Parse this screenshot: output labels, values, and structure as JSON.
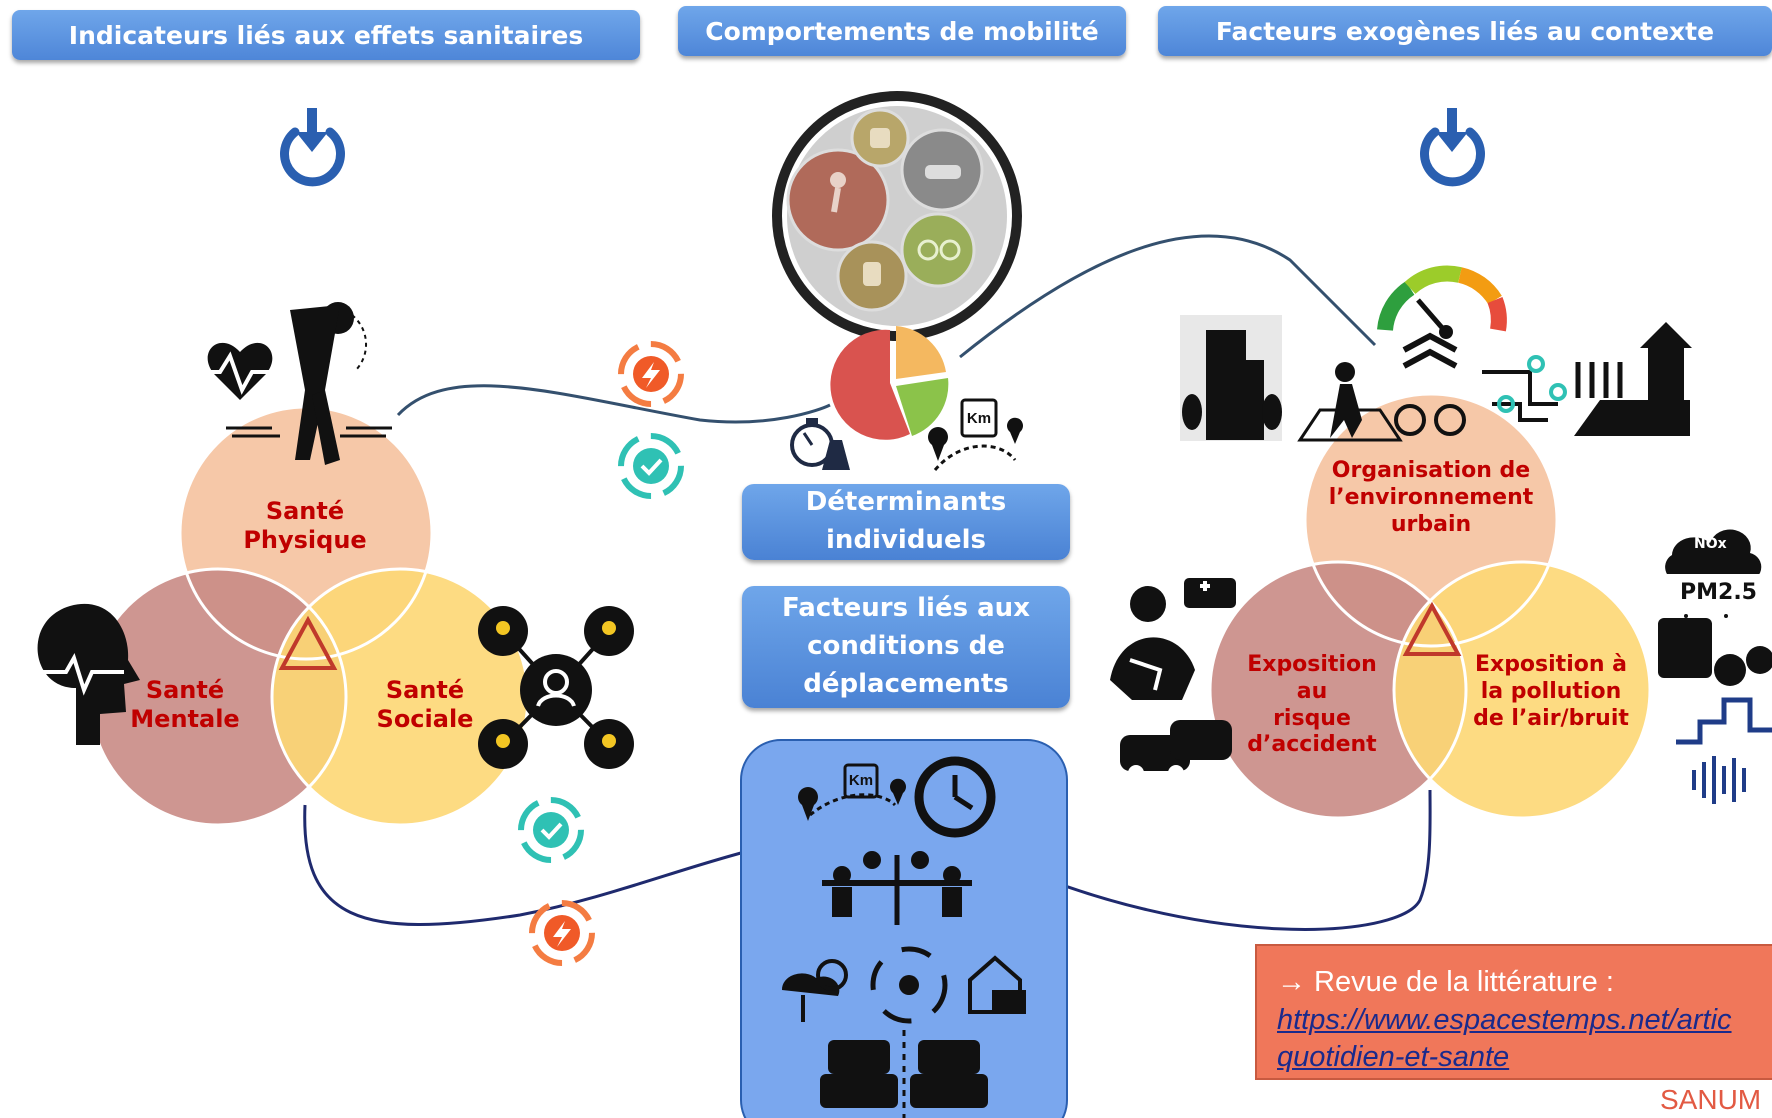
{
  "headers": {
    "left": "Indicateurs liés aux effets sanitaires",
    "center": "Comportements de mobilité",
    "right": "Facteurs exogènes liés au contexte"
  },
  "health": {
    "physique": "Santé Physique",
    "mentale_1": "Santé",
    "mentale_2": "Mentale",
    "sociale_1": "Santé",
    "sociale_2": "Sociale"
  },
  "center": {
    "determinants_1": "Déterminants",
    "determinants_2": "individuels",
    "facteurs_1": "Facteurs liés aux",
    "facteurs_2": "conditions de",
    "facteurs_3": "déplacements",
    "km_label": "Km"
  },
  "context": {
    "organisation_1": "Organisation de",
    "organisation_2": "l’environnement",
    "organisation_3": "urbain",
    "accident_1": "Exposition au",
    "accident_2": "risque",
    "accident_3": "d’accident",
    "pollution_1": "Exposition à",
    "pollution_2": "la pollution",
    "pollution_3": "de l’air/bruit",
    "nox": "NOx",
    "pm": "PM2.5"
  },
  "literature": {
    "intro": "→ Revue de la littérature :",
    "link_1": "https://www.espacestemps.net/artic",
    "link_2": "quotidien-et-sante"
  },
  "footer": {
    "brand": "SANUM"
  },
  "colors": {
    "header_blue": "#5b93e0",
    "peach": "#f6c8a8",
    "rose": "#c98b85",
    "yellow": "#fdd774",
    "label_red": "#c00000",
    "orange_box": "#f0775a",
    "link_blue": "#1a2a8c"
  }
}
